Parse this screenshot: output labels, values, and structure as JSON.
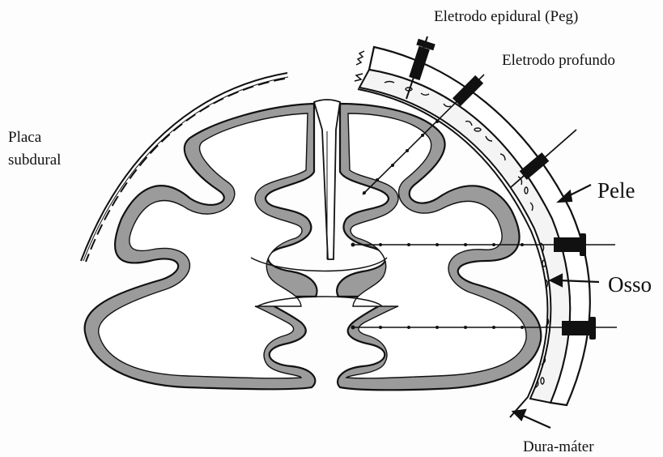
{
  "labels": {
    "placa_line1": "Placa",
    "placa_line2": "subdural",
    "eletrodo_epidural": "Eletrodo epidural (Peg)",
    "eletrodo_profundo": "Eletrodo profundo",
    "pele": "Pele",
    "osso": "Osso",
    "dura_mater": "Dura-máter"
  },
  "colors": {
    "ink": "#111111",
    "cortex_gray": "#9b9b9b",
    "paper": "#fdfdfd",
    "white_matter": "#ffffff"
  }
}
